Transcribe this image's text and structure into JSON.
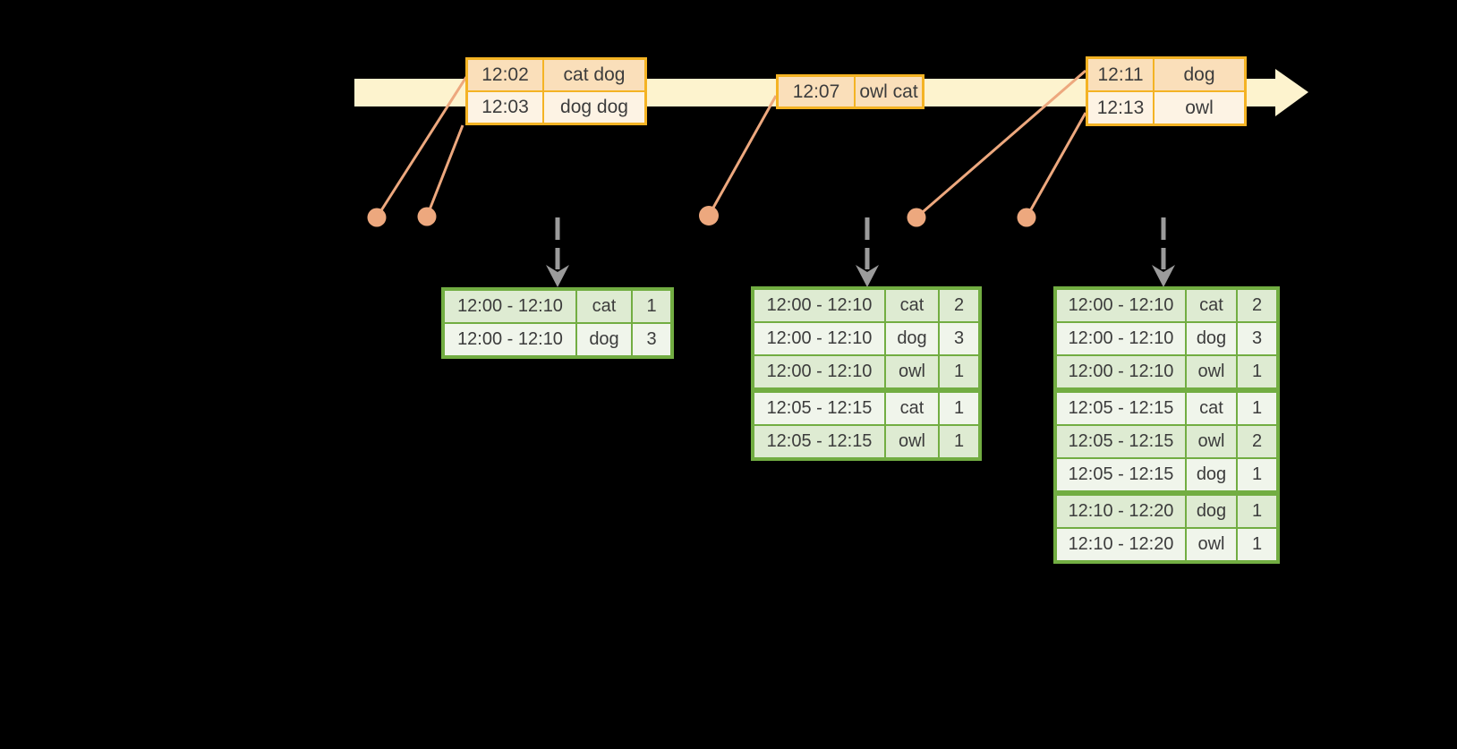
{
  "events": {
    "batch1": {
      "rows": [
        [
          "12:02",
          "cat dog"
        ],
        [
          "12:03",
          "dog dog"
        ]
      ]
    },
    "batch2": {
      "rows": [
        [
          "12:07",
          "owl cat"
        ]
      ]
    },
    "batch3": {
      "rows": [
        [
          "12:11",
          "dog"
        ],
        [
          "12:13",
          "owl"
        ]
      ]
    }
  },
  "results": {
    "t1": {
      "groups": [
        [
          [
            "12:00 - 12:10",
            "cat",
            "1"
          ],
          [
            "12:00 - 12:10",
            "dog",
            "3"
          ]
        ]
      ]
    },
    "t2": {
      "groups": [
        [
          [
            "12:00 - 12:10",
            "cat",
            "2"
          ],
          [
            "12:00 - 12:10",
            "dog",
            "3"
          ],
          [
            "12:00 - 12:10",
            "owl",
            "1"
          ]
        ],
        [
          [
            "12:05 - 12:15",
            "cat",
            "1"
          ],
          [
            "12:05 - 12:15",
            "owl",
            "1"
          ]
        ]
      ]
    },
    "t3": {
      "groups": [
        [
          [
            "12:00 - 12:10",
            "cat",
            "2"
          ],
          [
            "12:00 - 12:10",
            "dog",
            "3"
          ],
          [
            "12:00 - 12:10",
            "owl",
            "1"
          ]
        ],
        [
          [
            "12:05 - 12:15",
            "cat",
            "1"
          ],
          [
            "12:05 - 12:15",
            "owl",
            "2"
          ],
          [
            "12:05 - 12:15",
            "dog",
            "1"
          ]
        ],
        [
          [
            "12:10 - 12:20",
            "dog",
            "1"
          ],
          [
            "12:10 - 12:20",
            "owl",
            "1"
          ]
        ]
      ]
    }
  },
  "icons": {
    "timeline_arrowhead": "timeline-arrowhead-icon",
    "trigger_arrowhead": "down-arrowhead-icon",
    "event_dot": "event-dot"
  },
  "colors": {
    "background": "#000000",
    "timeline_band": "#FDF3CE",
    "event_border": "#F4B324",
    "event_row_dark": "#FADFBA",
    "event_row_light": "#FDF3E4",
    "dot_and_lines": "#EDA87E",
    "result_border": "#72AD42",
    "result_row_dark": "#DEEBD2",
    "result_row_light": "#F0F5EB",
    "trigger_arrow": "#9B9B9B",
    "text": "#3C3C3C"
  }
}
